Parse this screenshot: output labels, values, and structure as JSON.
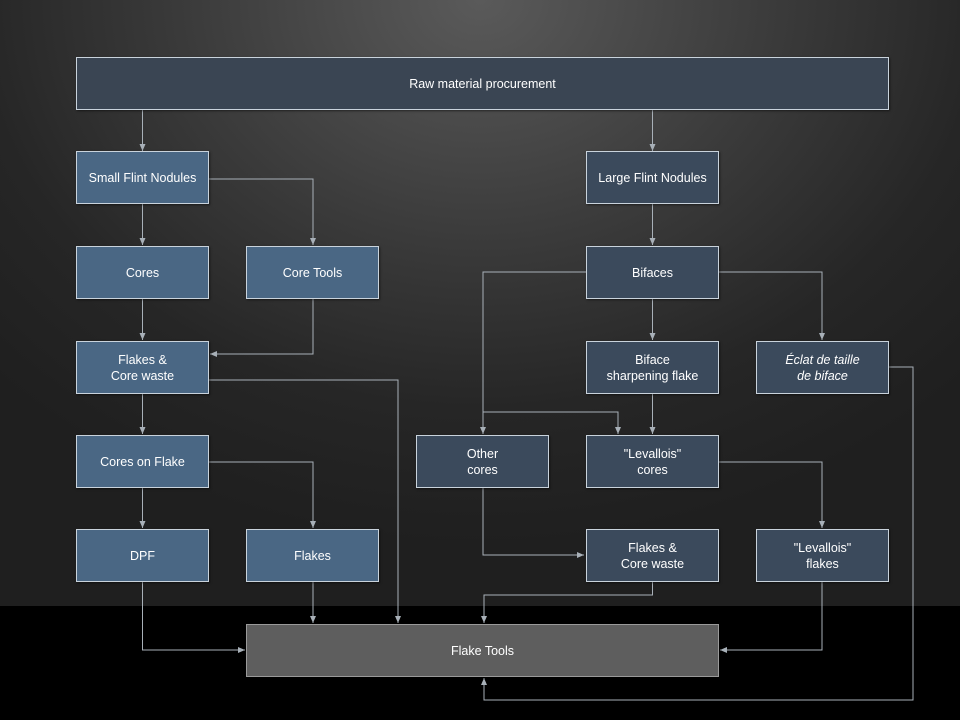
{
  "diagram": {
    "nodes": {
      "raw_material": "Raw material procurement",
      "small_flint": "Small Flint Nodules",
      "large_flint": "Large Flint Nodules",
      "cores": "Cores",
      "core_tools": "Core Tools",
      "bifaces": "Bifaces",
      "flakes_core_waste_left": "Flakes &\nCore waste",
      "biface_sharpening": "Biface\nsharpening flake",
      "eclat": "Éclat de taille\nde biface",
      "cores_on_flake": "Cores on Flake",
      "other_cores": "Other\ncores",
      "levallois_cores": "\"Levallois\"\ncores",
      "dpf": "DPF",
      "flakes": "Flakes",
      "flakes_core_waste_right": "Flakes &\nCore waste",
      "levallois_flakes": "\"Levallois\"\nflakes",
      "flake_tools": "Flake Tools"
    },
    "colors": {
      "primary_node": "#4a6784",
      "secondary_node": "#3b4a5c",
      "target_node": "#5e5e5e",
      "connector": "#a8b0b8"
    }
  }
}
